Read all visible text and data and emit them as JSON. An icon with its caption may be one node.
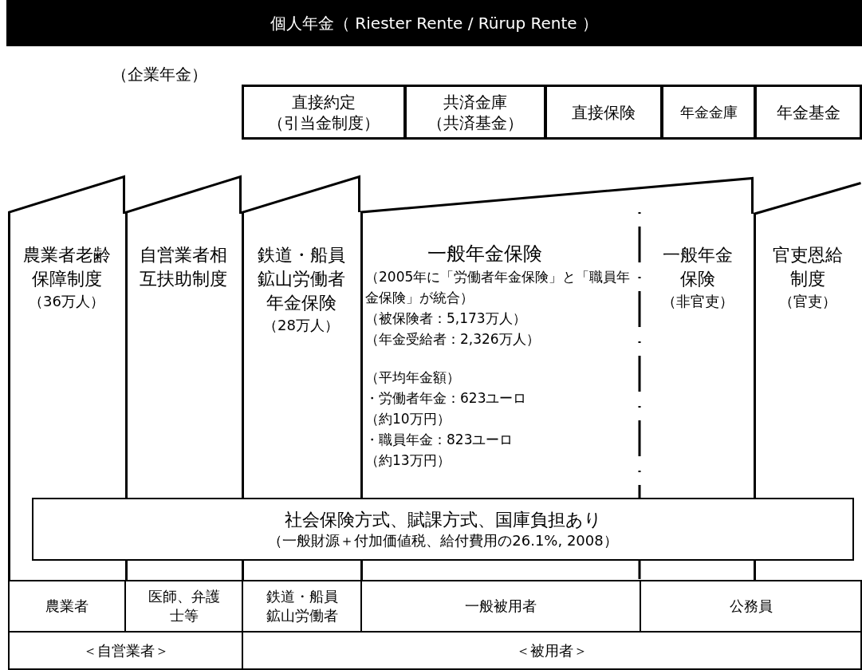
{
  "diagram": {
    "nodes": [
      {
        "text": [
          "個人年金（ Riester Rente / Rürup Rente ）"
        ]
      },
      {
        "text": [
          "直接約定",
          "（引当金制度）"
        ]
      },
      {
        "text": [
          "共済金庫",
          "（共済基金）"
        ]
      },
      {
        "text": [
          "直接保険"
        ]
      },
      {
        "text": [
          "年金金庫"
        ]
      },
      {
        "text": [
          "年金基金"
        ]
      },
      {
        "text": [
          "農業者老齢保障制度",
          "（36万人）"
        ]
      },
      {
        "text": [
          "自営業者相互扶助制度"
        ]
      },
      {
        "text": [
          "鉄道・船員鉱山労働者年金保険",
          "（28万人）"
        ]
      },
      {
        "text": [
          "一般年金保険",
          "（2005年に「労働者年金保険」と「職員年金保険」が統合）",
          "（被保険者：5,173万人）",
          "（年金受給者：2,326万人）",
          "（平均年金額）",
          "・労働者年金：623ユーロ",
          "（約10万円）",
          "・職員年金：823ユーロ",
          "（約13万円）"
        ]
      },
      {
        "text": [
          "一般年金保険",
          "（非官吏）"
        ],
        "in": 9
      },
      {
        "text": [
          "官吏恩給制度",
          "（官吏）"
        ]
      },
      {
        "text": [
          "社会保険方式、賦課方式、国庫負担あり",
          "（一般財源＋付加価値税、給付費用の26.1%, 2008）"
        ]
      }
    ],
    "labels": [
      "（企業年金）",
      "農業者",
      "医師、弁護士等",
      "鉄道・船員鉱山労働者",
      "一般被用者",
      "公務員",
      "＜自営業者＞",
      "＜被用者＞"
    ]
  }
}
